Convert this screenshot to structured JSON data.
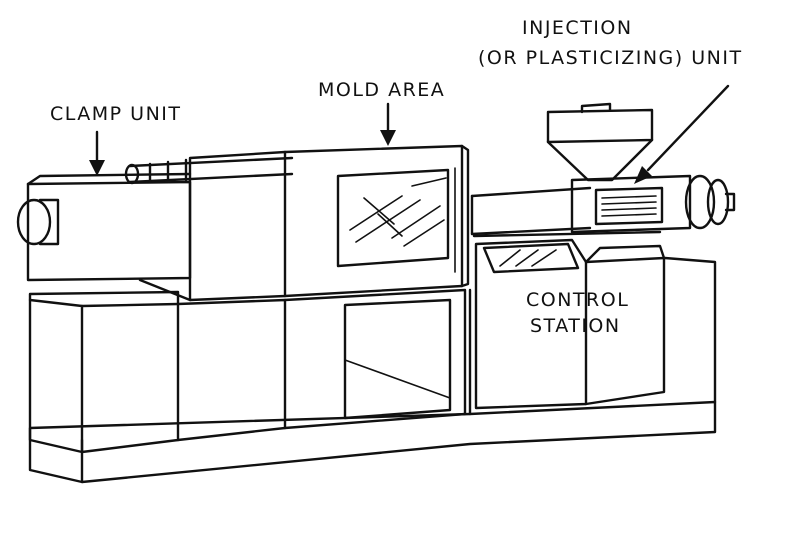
{
  "labels": {
    "clamp_unit": "CLAMP UNIT",
    "mold_area": "MOLD AREA",
    "injection_line1": "INJECTION",
    "injection_line2": "(OR PLASTICIZING) UNIT",
    "control_line1": "CONTROL",
    "control_line2": "STATION"
  }
}
